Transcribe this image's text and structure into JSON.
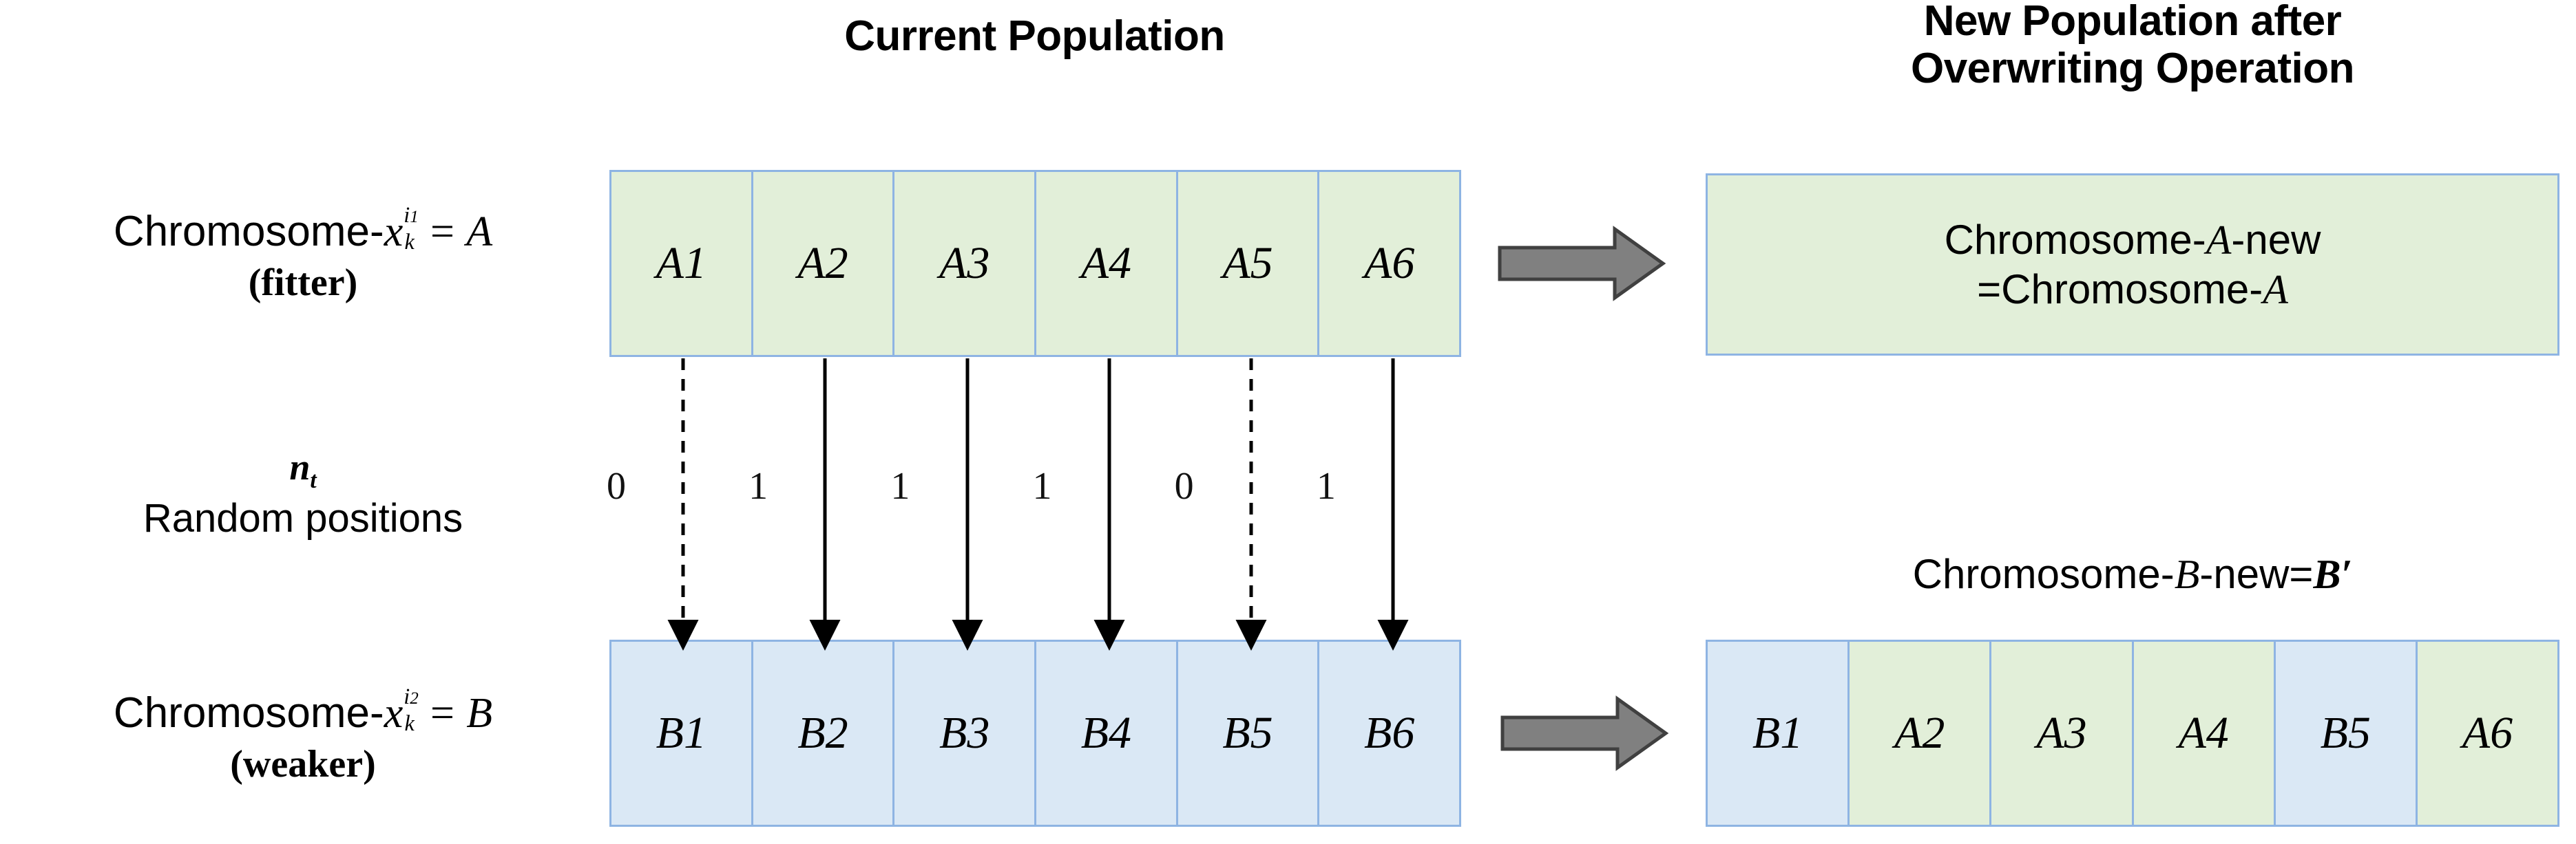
{
  "headings": {
    "current_population": "Current Population",
    "new_population_line1": "New Population after",
    "new_population_line2": "Overwriting Operation"
  },
  "left_labels": {
    "chromosome_a": {
      "prefix": "Chromosome-",
      "var": "x",
      "superscript": "i",
      "superscript_index": "1",
      "subscript": "k",
      "equals": "=",
      "value": "A",
      "qualifier": "(fitter)"
    },
    "chromosome_b": {
      "prefix": "Chromosome-",
      "var": "x",
      "superscript": "i",
      "superscript_index": "2",
      "subscript": "k",
      "equals": "=",
      "value": "B",
      "qualifier": "(weaker)"
    },
    "random": {
      "symbol": "n",
      "symbol_sub": "t",
      "text": "Random positions"
    }
  },
  "chromosome_a": {
    "cells": [
      {
        "label": "A1",
        "color": "green"
      },
      {
        "label": "A2",
        "color": "green"
      },
      {
        "label": "A3",
        "color": "green"
      },
      {
        "label": "A4",
        "color": "green"
      },
      {
        "label": "A5",
        "color": "green"
      },
      {
        "label": "A6",
        "color": "green"
      }
    ]
  },
  "chromosome_b": {
    "cells": [
      {
        "label": "B1",
        "color": "blue"
      },
      {
        "label": "B2",
        "color": "blue"
      },
      {
        "label": "B3",
        "color": "blue"
      },
      {
        "label": "B4",
        "color": "blue"
      },
      {
        "label": "B5",
        "color": "blue"
      },
      {
        "label": "B6",
        "color": "blue"
      }
    ]
  },
  "result_b": {
    "cells": [
      {
        "label": "B1",
        "color": "blue"
      },
      {
        "label": "A2",
        "color": "green"
      },
      {
        "label": "A3",
        "color": "green"
      },
      {
        "label": "A4",
        "color": "green"
      },
      {
        "label": "B5",
        "color": "blue"
      },
      {
        "label": "A6",
        "color": "green"
      }
    ]
  },
  "mask_digits": [
    "0",
    "1",
    "1",
    "1",
    "0",
    "1"
  ],
  "mask_arrow_styles": [
    "dashed",
    "solid",
    "solid",
    "solid",
    "dashed",
    "solid"
  ],
  "result_a_panel": {
    "line1_prefix": "Chromosome-",
    "line1_var": "A",
    "line1_suffix": "-new",
    "line2_prefix": "=Chromosome-",
    "line2_var": "A"
  },
  "result_b_label": {
    "prefix": "Chromosome-",
    "var": "B",
    "middle": "-new=",
    "result_var": "B′"
  },
  "colors": {
    "green_fill": "#e2efd9",
    "blue_fill": "#dae8f5",
    "cell_border": "#8eb4e3",
    "block_arrow_fill": "#808080",
    "block_arrow_stroke": "#404040",
    "line_color": "#000000"
  },
  "icons": {
    "block_arrow_top": "right-block-arrow-icon",
    "block_arrow_bottom": "right-block-arrow-icon",
    "mask_arrow": "down-arrow-icon"
  }
}
